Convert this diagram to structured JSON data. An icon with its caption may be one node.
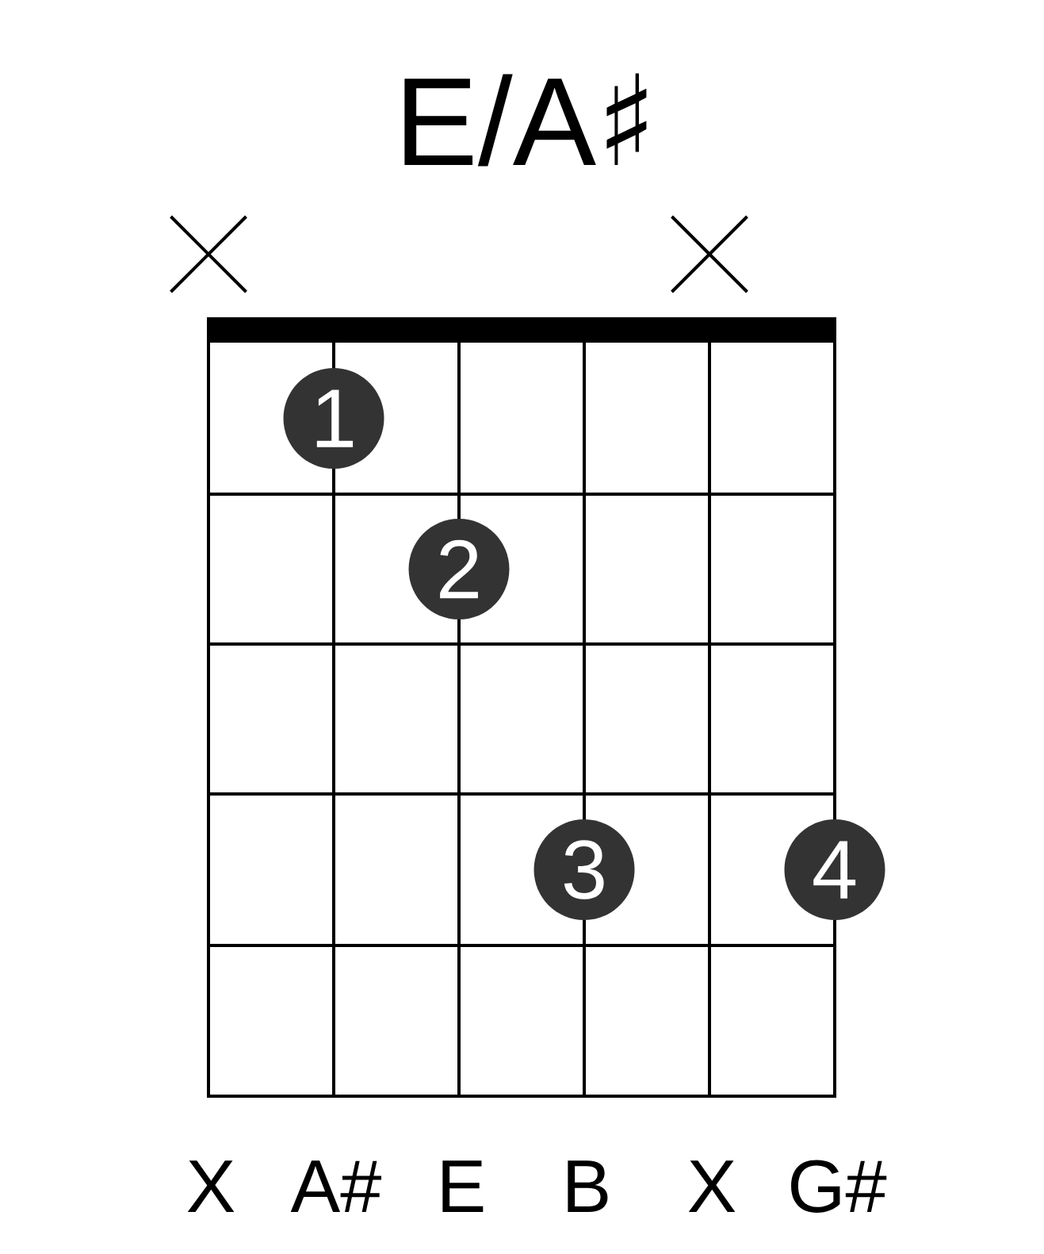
{
  "diagram": {
    "title": "E/A♯",
    "nodes": [
      {
        "text": [
          "1"
        ]
      },
      {
        "text": [
          "2"
        ]
      },
      {
        "text": [
          "3"
        ]
      },
      {
        "text": [
          "4"
        ]
      }
    ],
    "labels": [
      "X",
      "A#",
      "E",
      "B",
      "X",
      "G#"
    ]
  }
}
